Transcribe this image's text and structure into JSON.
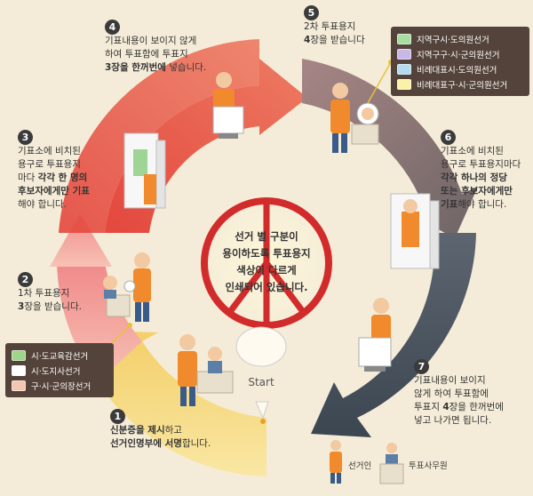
{
  "center": {
    "lines": [
      "선거 별 구분이",
      "용이하도록 투표용지",
      "색상이 다르게",
      "인쇄되어 있습니다."
    ],
    "ring_color": "#d22b2b"
  },
  "start": {
    "label": "Start"
  },
  "steps": [
    {
      "num": "1",
      "lines": [
        [
          {
            "t": "신분증을 제시",
            "b": true
          },
          {
            "t": "하고",
            "b": false
          }
        ],
        [
          {
            "t": "선거인명부에 서명",
            "b": true
          },
          {
            "t": "합니다.",
            "b": false
          }
        ]
      ]
    },
    {
      "num": "2",
      "lines": [
        [
          {
            "t": "1차 투표용지",
            "b": false
          }
        ],
        [
          {
            "t": "3",
            "b": true
          },
          {
            "t": "장을 받습니다.",
            "b": false
          }
        ]
      ]
    },
    {
      "num": "3",
      "lines": [
        [
          {
            "t": "기표소에 비치된",
            "b": false
          }
        ],
        [
          {
            "t": "용구로 투표용지",
            "b": false
          }
        ],
        [
          {
            "t": "마다 ",
            "b": false
          },
          {
            "t": "각각 한 명의",
            "b": true
          }
        ],
        [
          {
            "t": "후보자에게만 기표",
            "b": true
          }
        ],
        [
          {
            "t": "해야 합니다.",
            "b": false
          }
        ]
      ]
    },
    {
      "num": "4",
      "lines": [
        [
          {
            "t": "기표내용이 보이지 않게",
            "b": false
          }
        ],
        [
          {
            "t": "하여 투표함에 투표지",
            "b": false
          }
        ],
        [
          {
            "t": "3장을 한꺼번에",
            "b": true
          },
          {
            "t": " 넣습니다.",
            "b": false
          }
        ]
      ]
    },
    {
      "num": "5",
      "lines": [
        [
          {
            "t": "2차 투표용지",
            "b": false
          }
        ],
        [
          {
            "t": "4",
            "b": true
          },
          {
            "t": "장을 받습니다",
            "b": false
          }
        ]
      ]
    },
    {
      "num": "6",
      "lines": [
        [
          {
            "t": "기표소에 비치된",
            "b": false
          }
        ],
        [
          {
            "t": "용구로 투표용지마다",
            "b": false
          }
        ],
        [
          {
            "t": "각각 하나의 정당",
            "b": true
          }
        ],
        [
          {
            "t": "또는 후보자에게만",
            "b": true
          }
        ],
        [
          {
            "t": "기표",
            "b": true
          },
          {
            "t": "해야 합니다.",
            "b": false
          }
        ]
      ]
    },
    {
      "num": "7",
      "lines": [
        [
          {
            "t": "기표내용이 보이지",
            "b": false
          }
        ],
        [
          {
            "t": "않게 하여 투표함에",
            "b": false
          }
        ],
        [
          {
            "t": "투표지 ",
            "b": false
          },
          {
            "t": "4",
            "b": true
          },
          {
            "t": "장을 한꺼번에",
            "b": false
          }
        ],
        [
          {
            "t": "넣고 나가면 됩니다.",
            "b": false
          }
        ]
      ]
    }
  ],
  "legend_first": [
    {
      "label": "시·도교육감선거",
      "color": "#9fd48a"
    },
    {
      "label": "시·도지사선거",
      "color": "#ffffff"
    },
    {
      "label": "구·시·군의장선거",
      "color": "#f2c6b0"
    }
  ],
  "legend_second": [
    {
      "label": "지역구시·도의원선거",
      "color": "#a9dca0"
    },
    {
      "label": "지역구구·시·군의원선거",
      "color": "#c8b8e6"
    },
    {
      "label": "비례대표시·도의원선거",
      "color": "#b4dcf0"
    },
    {
      "label": "비례대표구·시·군의원선거",
      "color": "#fbf2a8"
    }
  ],
  "key": {
    "voter": "선거인",
    "staff": "투표사무원"
  },
  "colors": {
    "background": "#f4ecd8",
    "arrow_yellow": "#f1d472",
    "arrow_pink": "#f2a1a1",
    "arrow_red": "#e05a50",
    "arrow_brown": "#8a7474",
    "arrow_slate": "#4e5a66",
    "uniform": "#f08a2c"
  }
}
